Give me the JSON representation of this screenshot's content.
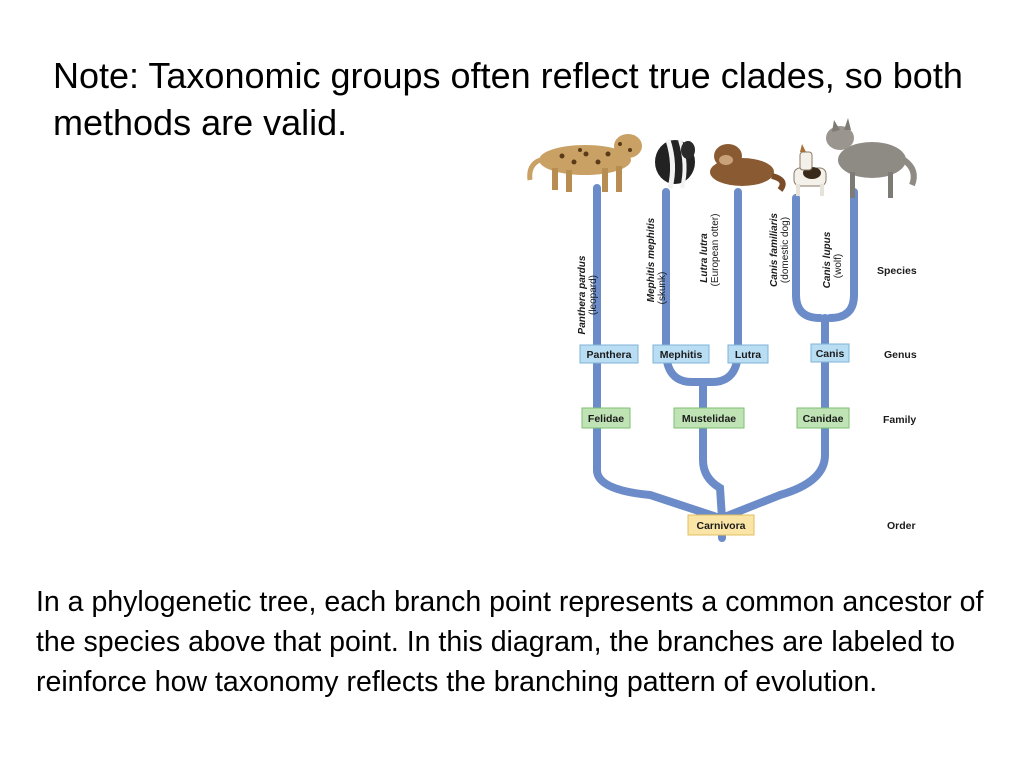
{
  "slide": {
    "note": "Note: Taxonomic groups often reflect true clades, so both methods are valid.",
    "body": "In a phylogenetic tree, each branch point represents a common ancestor of the species above that point. In this diagram, the branches are labeled to reinforce how taxonomy reflects the branching pattern of evolution."
  },
  "diagram": {
    "ranks": {
      "species": "Species",
      "genus": "Genus",
      "family": "Family",
      "order": "Order"
    },
    "species": [
      {
        "scientific": "Panthera pardus",
        "common": "(leopard)"
      },
      {
        "scientific": "Mephitis mephitis",
        "common": "(skunk)"
      },
      {
        "scientific": "Lutra lutra",
        "common": "(European otter)"
      },
      {
        "scientific": "Canis familiaris",
        "common": "(domestic dog)"
      },
      {
        "scientific": "Canis lupus",
        "common": "(wolf)"
      }
    ],
    "genera": [
      "Panthera",
      "Mephitis",
      "Lutra",
      "Canis"
    ],
    "families": [
      "Felidae",
      "Mustelidae",
      "Canidae"
    ],
    "order": "Carnivora",
    "animals": [
      "leopard-illustration",
      "skunk-illustration",
      "otter-illustration",
      "dog-illustration",
      "wolf-illustration"
    ],
    "colors": {
      "branch": "#6b8cc8",
      "genus_box": "#b9ddf3",
      "genus_border": "#7fb3d8",
      "family_box": "#bfe3b5",
      "family_border": "#7fbf72",
      "order_box": "#fbe5a6",
      "order_border": "#e0c060"
    }
  }
}
